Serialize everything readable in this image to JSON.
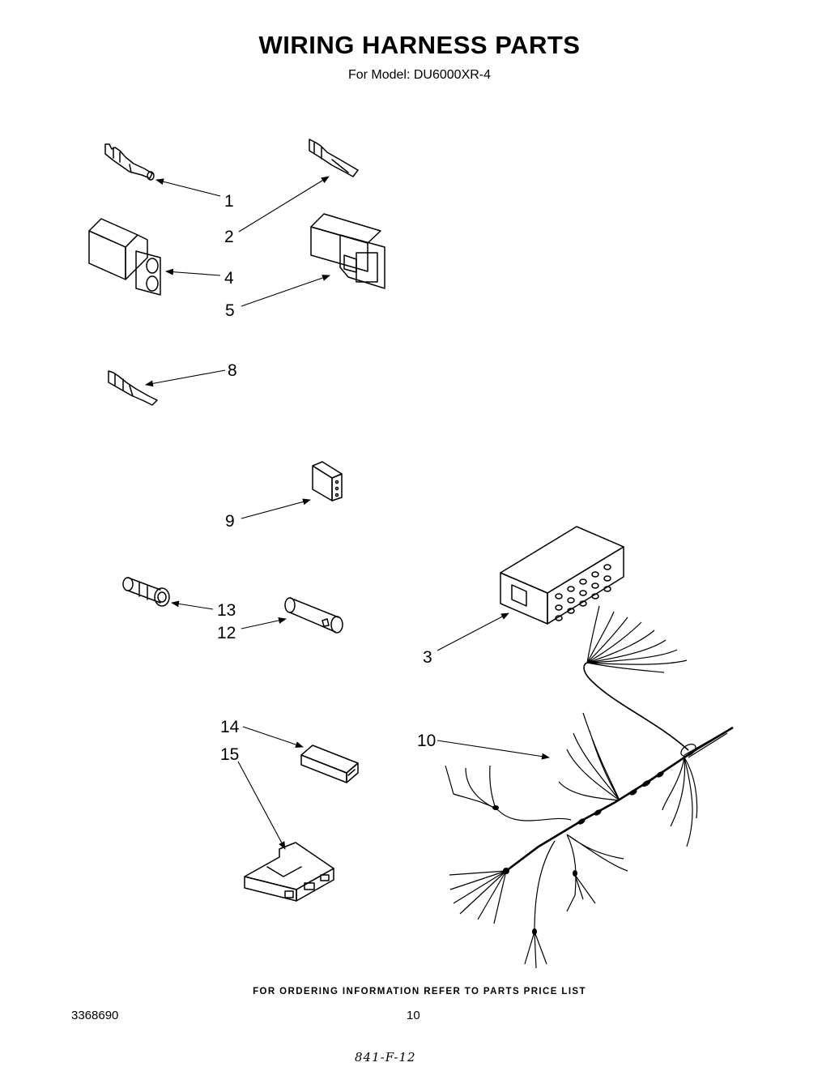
{
  "header": {
    "title": "WIRING HARNESS PARTS",
    "subtitle": "For Model: DU6000XR-4"
  },
  "callouts": {
    "c1": "1",
    "c2": "2",
    "c3": "3",
    "c4": "4",
    "c5": "5",
    "c8": "8",
    "c9": "9",
    "c10": "10",
    "c12": "12",
    "c13": "13",
    "c14": "14",
    "c15": "15"
  },
  "footer": {
    "note": "FOR ORDERING INFORMATION REFER TO PARTS PRICE LIST",
    "doc_number": "3368690",
    "page_number": "10",
    "handwritten": "841-F-12"
  }
}
